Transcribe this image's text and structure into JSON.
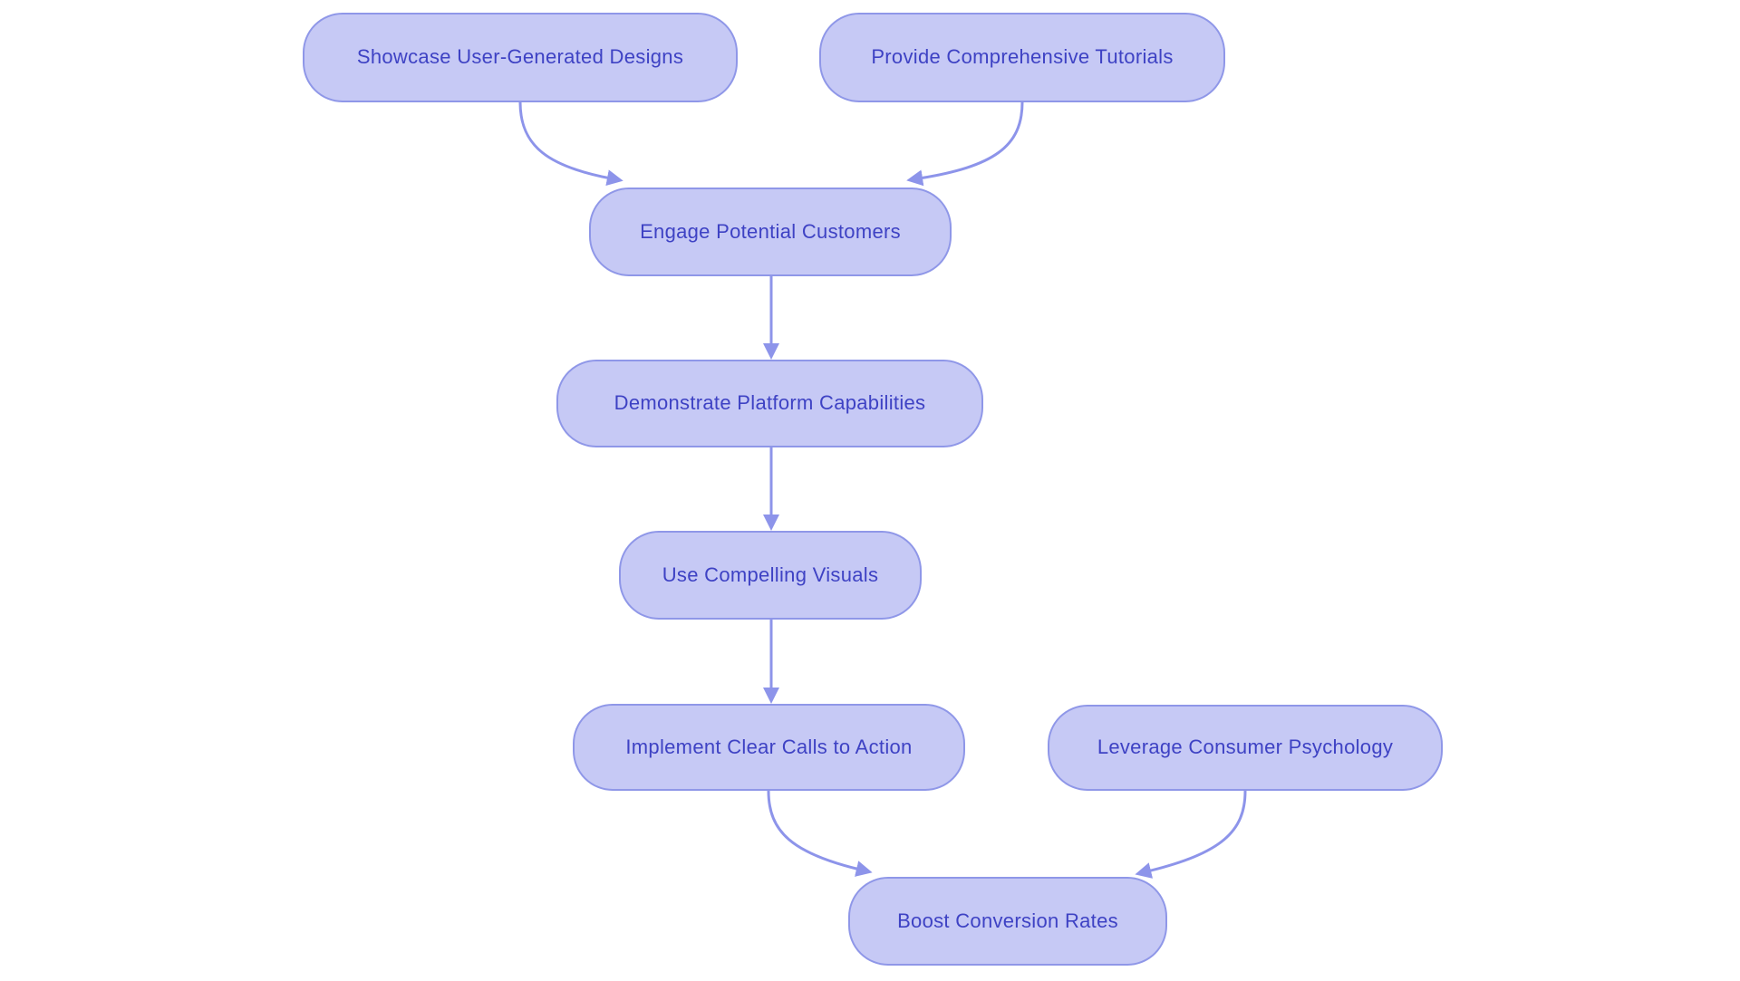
{
  "diagram": {
    "type": "flowchart",
    "colors": {
      "background": "#ffffff",
      "node_fill": "#c6c9f5",
      "node_border": "#8f97e8",
      "node_text": "#3e42c4",
      "arrow": "#8d94ea"
    },
    "nodes": [
      {
        "id": "showcase",
        "label": "Showcase User-Generated Designs"
      },
      {
        "id": "provide",
        "label": "Provide Comprehensive Tutorials"
      },
      {
        "id": "engage",
        "label": "Engage Potential Customers"
      },
      {
        "id": "demonstrate",
        "label": "Demonstrate Platform Capabilities"
      },
      {
        "id": "visuals",
        "label": "Use Compelling Visuals"
      },
      {
        "id": "cta",
        "label": "Implement Clear Calls to Action"
      },
      {
        "id": "psychology",
        "label": "Leverage Consumer Psychology"
      },
      {
        "id": "boost",
        "label": "Boost Conversion Rates"
      }
    ],
    "edges": [
      {
        "from": "showcase",
        "to": "engage"
      },
      {
        "from": "provide",
        "to": "engage"
      },
      {
        "from": "engage",
        "to": "demonstrate"
      },
      {
        "from": "demonstrate",
        "to": "visuals"
      },
      {
        "from": "visuals",
        "to": "cta"
      },
      {
        "from": "cta",
        "to": "boost"
      },
      {
        "from": "psychology",
        "to": "boost"
      }
    ]
  }
}
